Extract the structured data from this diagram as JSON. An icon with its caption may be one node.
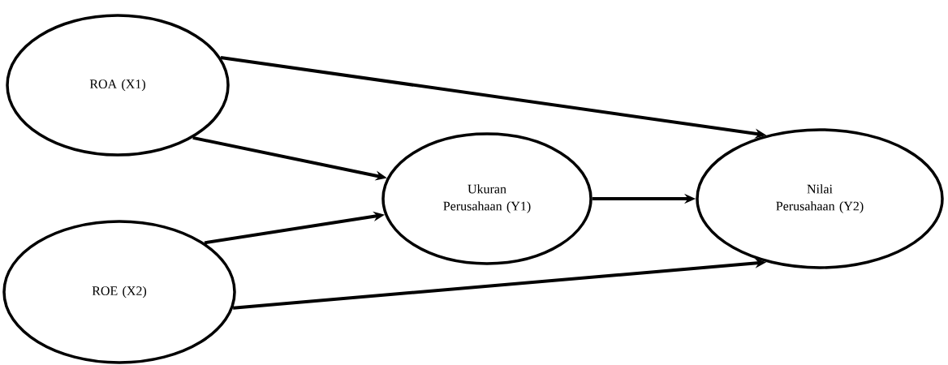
{
  "diagram": {
    "nodes": [
      {
        "text": [
          "ROA (X1)"
        ]
      },
      {
        "text": [
          "ROE (X2)"
        ]
      },
      {
        "text": [
          "Ukuran Perusahaan (Y1)"
        ]
      },
      {
        "text": [
          "Nilai Perusahaan (Y2)"
        ]
      }
    ],
    "edges": [
      {
        "from": 0,
        "to": 3,
        "arrow": "to"
      },
      {
        "from": 0,
        "to": 2,
        "arrow": "to"
      },
      {
        "from": 2,
        "to": 3,
        "arrow": "to"
      },
      {
        "from": 1,
        "to": 2,
        "arrow": "to"
      },
      {
        "from": 1,
        "to": 3,
        "arrow": "to"
      }
    ]
  }
}
